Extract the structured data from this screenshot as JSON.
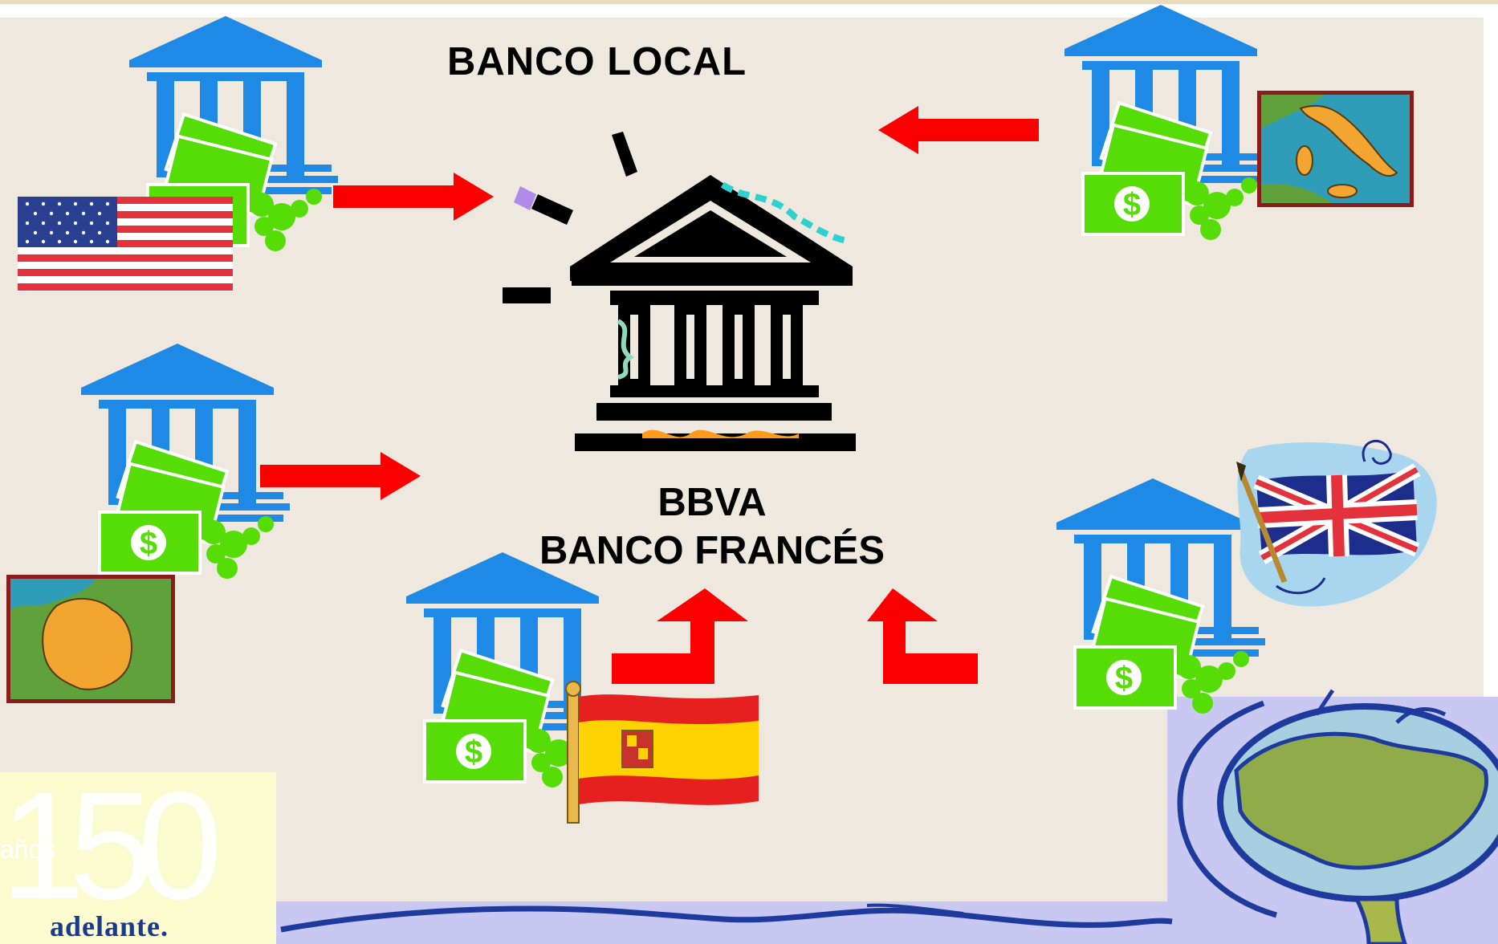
{
  "labels": {
    "top_title": "BANCO  LOCAL",
    "center_line1": "BBVA",
    "center_line2": "BANCO FRANCÉS"
  },
  "logo": {
    "word": "adelante.",
    "number": "150",
    "unit": "años"
  },
  "colors": {
    "bank_blue": "#1e8ae6",
    "money_green": "#56dd08",
    "arrow_red": "#fa0000",
    "slide_background": "#eee8de",
    "logo_panel": "#fbfbd0",
    "logo_text": "#1b3a8c",
    "globe_panel": "#c8c8f2"
  },
  "nodes": [
    {
      "name": "bank-usa",
      "flag": "usa-flag",
      "arrow": "right"
    },
    {
      "name": "bank-italy",
      "flag": "italy-map",
      "arrow": "left"
    },
    {
      "name": "bank-germany",
      "flag": "germany-map",
      "arrow": "right"
    },
    {
      "name": "bank-spain",
      "flag": "spain-flag",
      "arrow": "up"
    },
    {
      "name": "bank-uk",
      "flag": "uk-flag",
      "arrow": "up"
    }
  ],
  "center": {
    "icon": "bank-building-icon"
  }
}
